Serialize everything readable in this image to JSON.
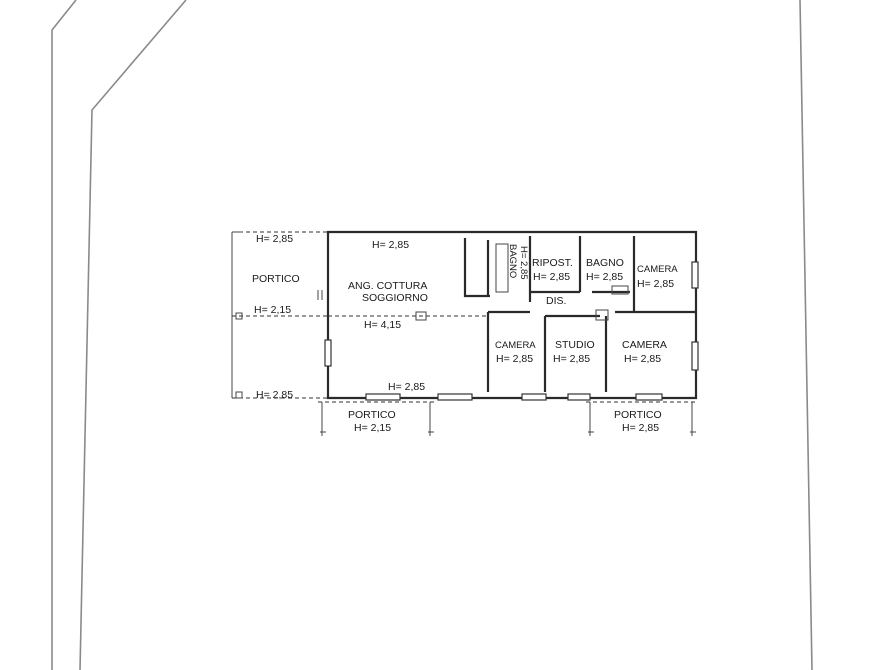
{
  "plan": {
    "rooms": {
      "portico_west": {
        "name": "PORTICO"
      },
      "kitchen_living": {
        "name_line1": "ANG. COTTURA",
        "name_line2": "SOGGIORNO"
      },
      "bagno_small": {
        "name": "BAGNO",
        "height": "H= 2,85"
      },
      "ripost": {
        "name": "RIPOST.",
        "height": "H= 2,85"
      },
      "bagno": {
        "name": "BAGNO",
        "height": "H= 2,85"
      },
      "camera_ne": {
        "name": "CAMERA",
        "height": "H= 2,85"
      },
      "dis": {
        "name": "DIS."
      },
      "camera_w": {
        "name": "CAMERA",
        "height": "H= 2,85"
      },
      "studio": {
        "name": "STUDIO",
        "height": "H= 2,85"
      },
      "camera_e": {
        "name": "CAMERA",
        "height": "H= 2,85"
      },
      "portico_south": {
        "name": "PORTICO",
        "height": "H= 2,15"
      },
      "portico_se": {
        "name": "PORTICO",
        "height": "H= 2,85"
      }
    },
    "heights": {
      "top_left": "H= 2,85",
      "kitchen_top": "H= 2,85",
      "mid_left": "H= 2,15",
      "mid_center": "H= 4,15",
      "bottom_left": "H= 2,85",
      "bottom_center": "H= 2,85"
    }
  }
}
